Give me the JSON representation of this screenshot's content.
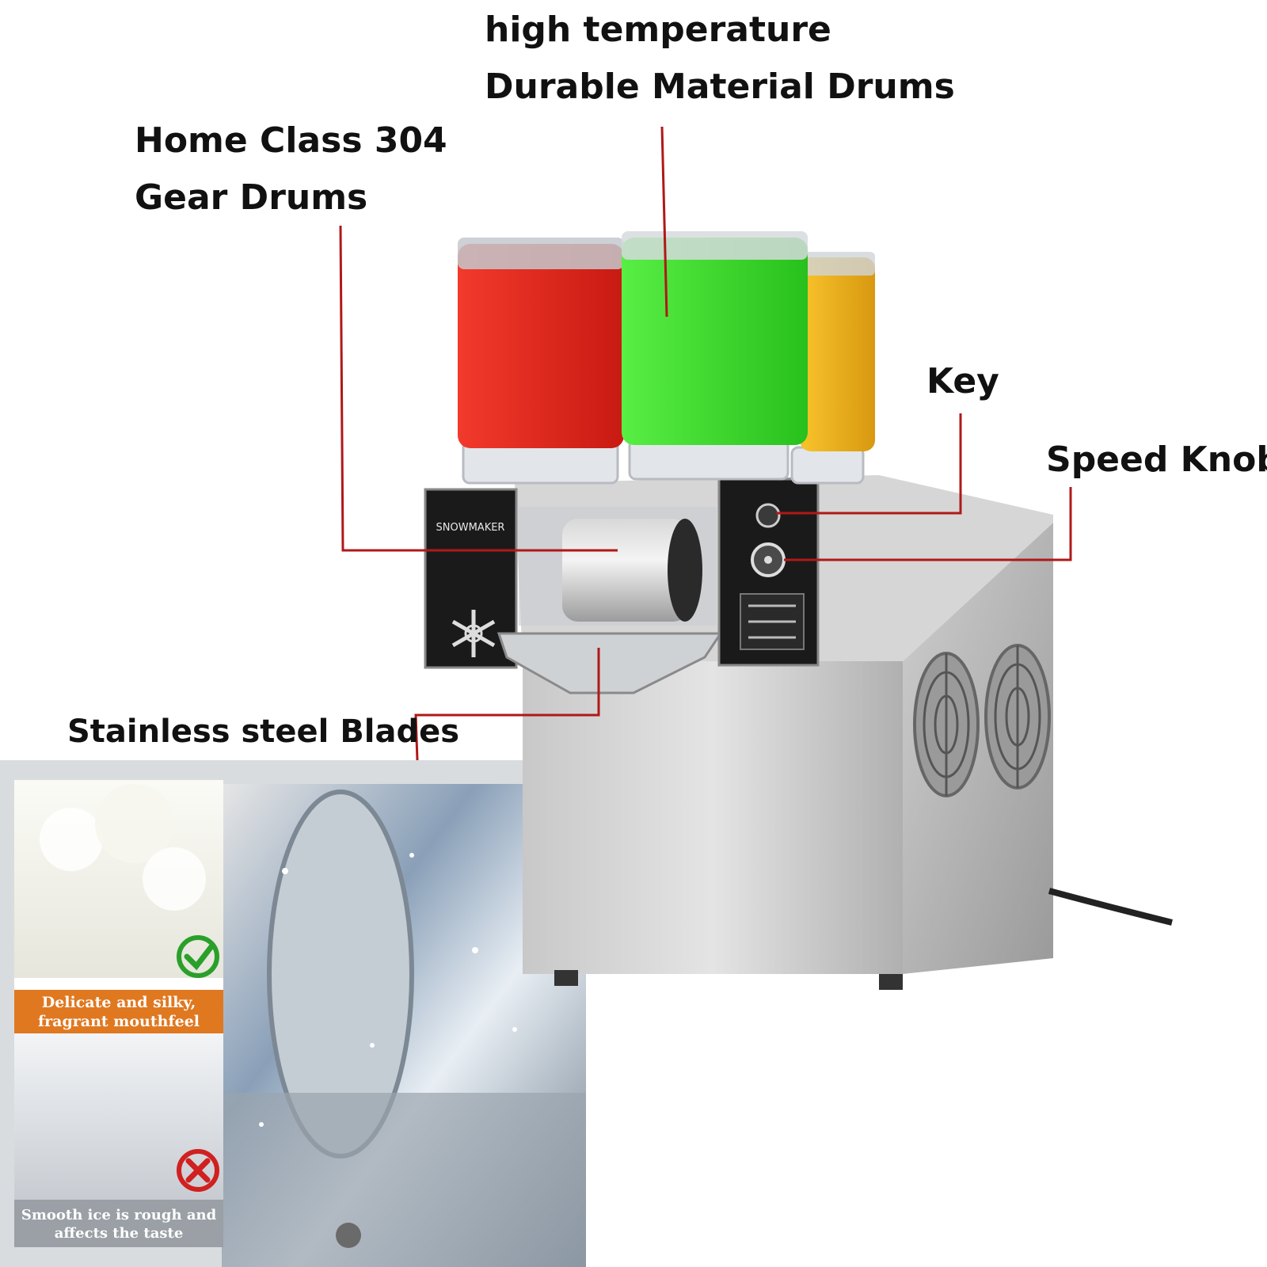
{
  "callouts": {
    "top_line1": "high temperature",
    "top_line2": "Durable Material Drums",
    "left_line1": "Home Class 304",
    "left_line2": "Gear Drums",
    "key": "Key",
    "speed_knob": "Speed Knob",
    "blades": "Stainless steel Blades"
  },
  "machine": {
    "brand": "SNOWMAKER"
  },
  "inset": {
    "good_caption_line1": "Delicate and silky,",
    "good_caption_line2": "fragrant mouthfeel",
    "bad_caption_line1": "Smooth ice is rough and",
    "bad_caption_line2": "affects the taste"
  },
  "colors": {
    "leader_line": "#b01818",
    "drum_red": "#e8261c",
    "drum_green": "#3fe02c",
    "drum_yellow": "#f2b21c",
    "caption_orange": "#e07820",
    "check_green": "#2aa02a",
    "cross_red": "#d02020"
  }
}
